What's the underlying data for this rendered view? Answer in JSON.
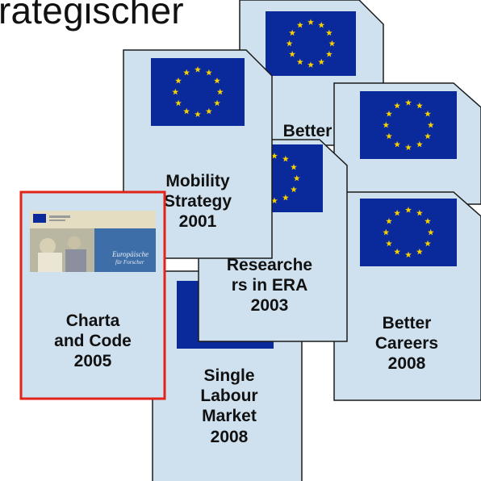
{
  "heading": "rategischer",
  "colors": {
    "doc_fill": "#cfe1ee",
    "doc_border": "#1a1a1a",
    "flag_blue": "#0a2a9c",
    "star_gold": "#f7d000",
    "highlight_border": "#e2231a"
  },
  "documents": {
    "top_better": {
      "label": "Better",
      "icon": "eu-flag"
    },
    "right_upper": {
      "icon": "eu-flag"
    },
    "mobility": {
      "line1": "Mobility",
      "line2": "Strategy",
      "line3": "2001",
      "icon": "eu-flag"
    },
    "researchers": {
      "line1": "Researche",
      "line2": "rs in ERA",
      "line3": "2003",
      "icon": "eu-flag"
    },
    "better_careers": {
      "line1": "Better",
      "line2": "Careers",
      "line3": "2008",
      "icon": "eu-flag"
    },
    "single_labour": {
      "line1": "Single",
      "line2": "Labour",
      "line3": "Market",
      "line4": "2008",
      "icon": "eu-flag"
    },
    "charta": {
      "line1": "Charta",
      "line2": "and Code",
      "line3": "2005",
      "cover_text1": "Europäische",
      "cover_text2": "für Forscher",
      "icon": "charter-cover"
    }
  }
}
